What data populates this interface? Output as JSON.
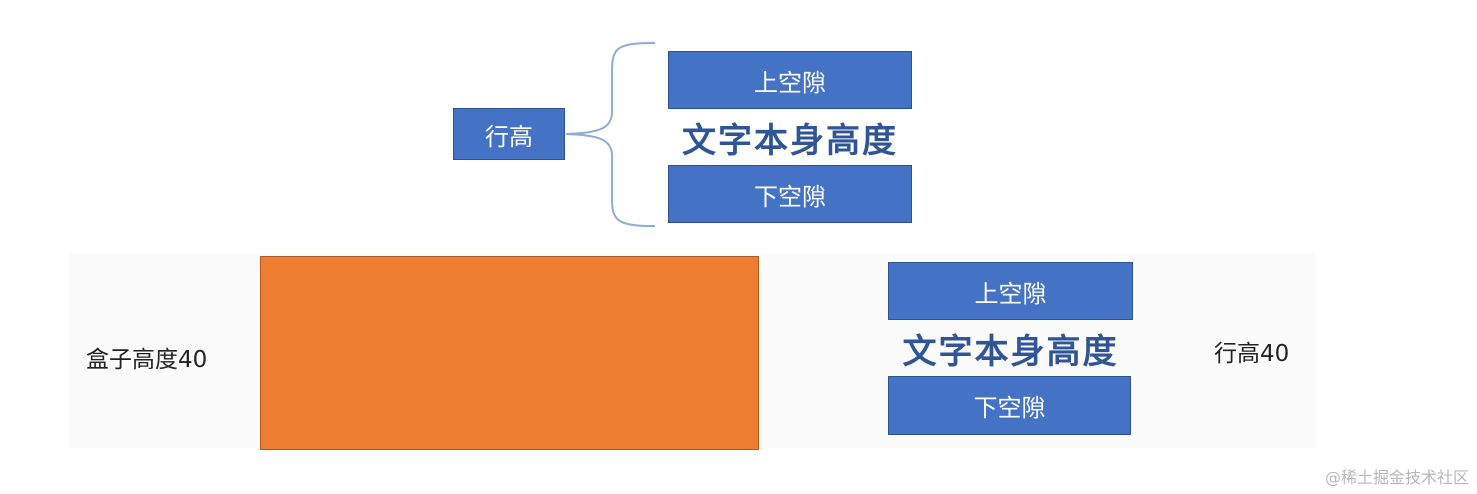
{
  "top_diagram": {
    "line_height_label": "行高",
    "upper_gap_label": "上空隙",
    "text_height_label": "文字本身高度",
    "lower_gap_label": "下空隙"
  },
  "bottom_diagram": {
    "box_height_label": "盒子高度40",
    "upper_gap_label": "上空隙",
    "text_height_label": "文字本身高度",
    "lower_gap_label": "下空隙",
    "line_height_label": "行高40"
  },
  "watermark": "@稀土掘金技术社区",
  "colors": {
    "box_blue": "#4472c4",
    "text_blue": "#2f5597",
    "orange": "#ed7d31",
    "brace": "#8faadc"
  }
}
